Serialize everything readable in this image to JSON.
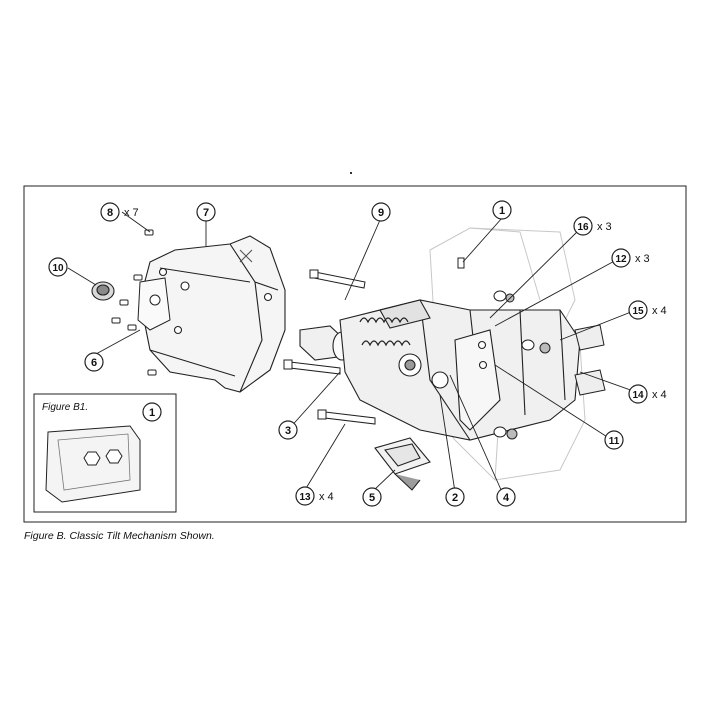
{
  "caption": "Figure B. Classic Tilt Mechanism Shown.",
  "inset_title": "Figure B1.",
  "callouts": [
    {
      "id": "c1",
      "num": "1",
      "qty": ""
    },
    {
      "id": "c2",
      "num": "2",
      "qty": ""
    },
    {
      "id": "c3",
      "num": "3",
      "qty": ""
    },
    {
      "id": "c4",
      "num": "4",
      "qty": ""
    },
    {
      "id": "c5",
      "num": "5",
      "qty": ""
    },
    {
      "id": "c6",
      "num": "6",
      "qty": ""
    },
    {
      "id": "c7",
      "num": "7",
      "qty": ""
    },
    {
      "id": "c8",
      "num": "8",
      "qty": "x 7"
    },
    {
      "id": "c9",
      "num": "9",
      "qty": ""
    },
    {
      "id": "c10",
      "num": "10",
      "qty": ""
    },
    {
      "id": "c11",
      "num": "11",
      "qty": ""
    },
    {
      "id": "c12",
      "num": "12",
      "qty": "x 3"
    },
    {
      "id": "c13",
      "num": "13",
      "qty": "x 4"
    },
    {
      "id": "c14",
      "num": "14",
      "qty": "x 4"
    },
    {
      "id": "c15",
      "num": "15",
      "qty": "x 4"
    },
    {
      "id": "c16",
      "num": "16",
      "qty": "x 3"
    },
    {
      "id": "c1b",
      "num": "1",
      "qty": ""
    }
  ],
  "colors": {
    "line": "#222222",
    "ghost": "#cfcfcf",
    "part_fill": "#f2f2f2",
    "shade": "#bdbdbd"
  }
}
